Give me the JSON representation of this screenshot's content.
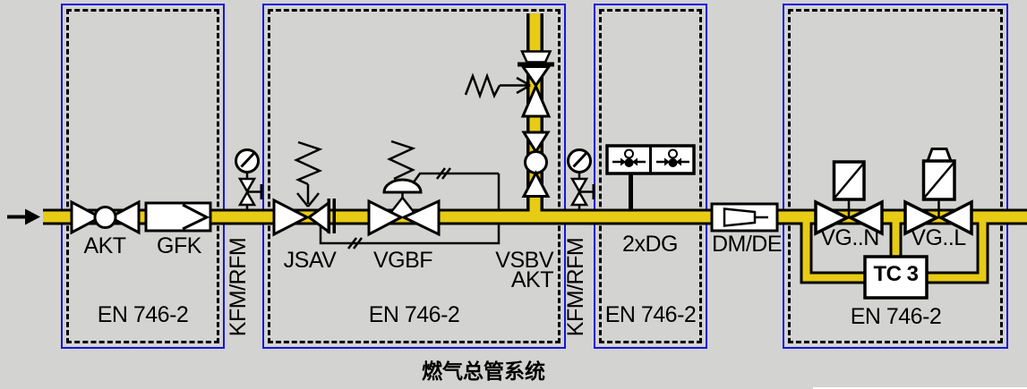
{
  "diagram": {
    "caption": "燃气总管系统",
    "sections": [
      {
        "name": "inlet-isolation",
        "standard_label": "EN 746-2",
        "components": [
          {
            "label": "AKT"
          },
          {
            "label": "GFK"
          }
        ]
      },
      {
        "name": "pressure-regulation",
        "standard_label": "EN 746-2",
        "components": [
          {
            "label": "JSAV"
          },
          {
            "label": "VGBF"
          },
          {
            "label": "VSBV"
          },
          {
            "label": "AKT"
          }
        ]
      },
      {
        "name": "pressure-switch-section",
        "standard_label": "EN 746-2",
        "components": [
          {
            "label": "2xDG"
          }
        ]
      },
      {
        "name": "safety-valve-section",
        "standard_label": "EN 746-2",
        "components": [
          {
            "label": "VG..N"
          },
          {
            "label": "VG..L"
          },
          {
            "label": "TC 3"
          }
        ]
      }
    ],
    "inline_instruments": [
      {
        "label": "KFM/RFM"
      },
      {
        "label": "KFM/RFM"
      },
      {
        "label": "DM/DE"
      }
    ]
  },
  "colors": {
    "pipe_yellow": "#E8CB15",
    "background_gray": "#D3D3D1",
    "section_border_blue": "#1414DE",
    "line_black": "#000000"
  }
}
